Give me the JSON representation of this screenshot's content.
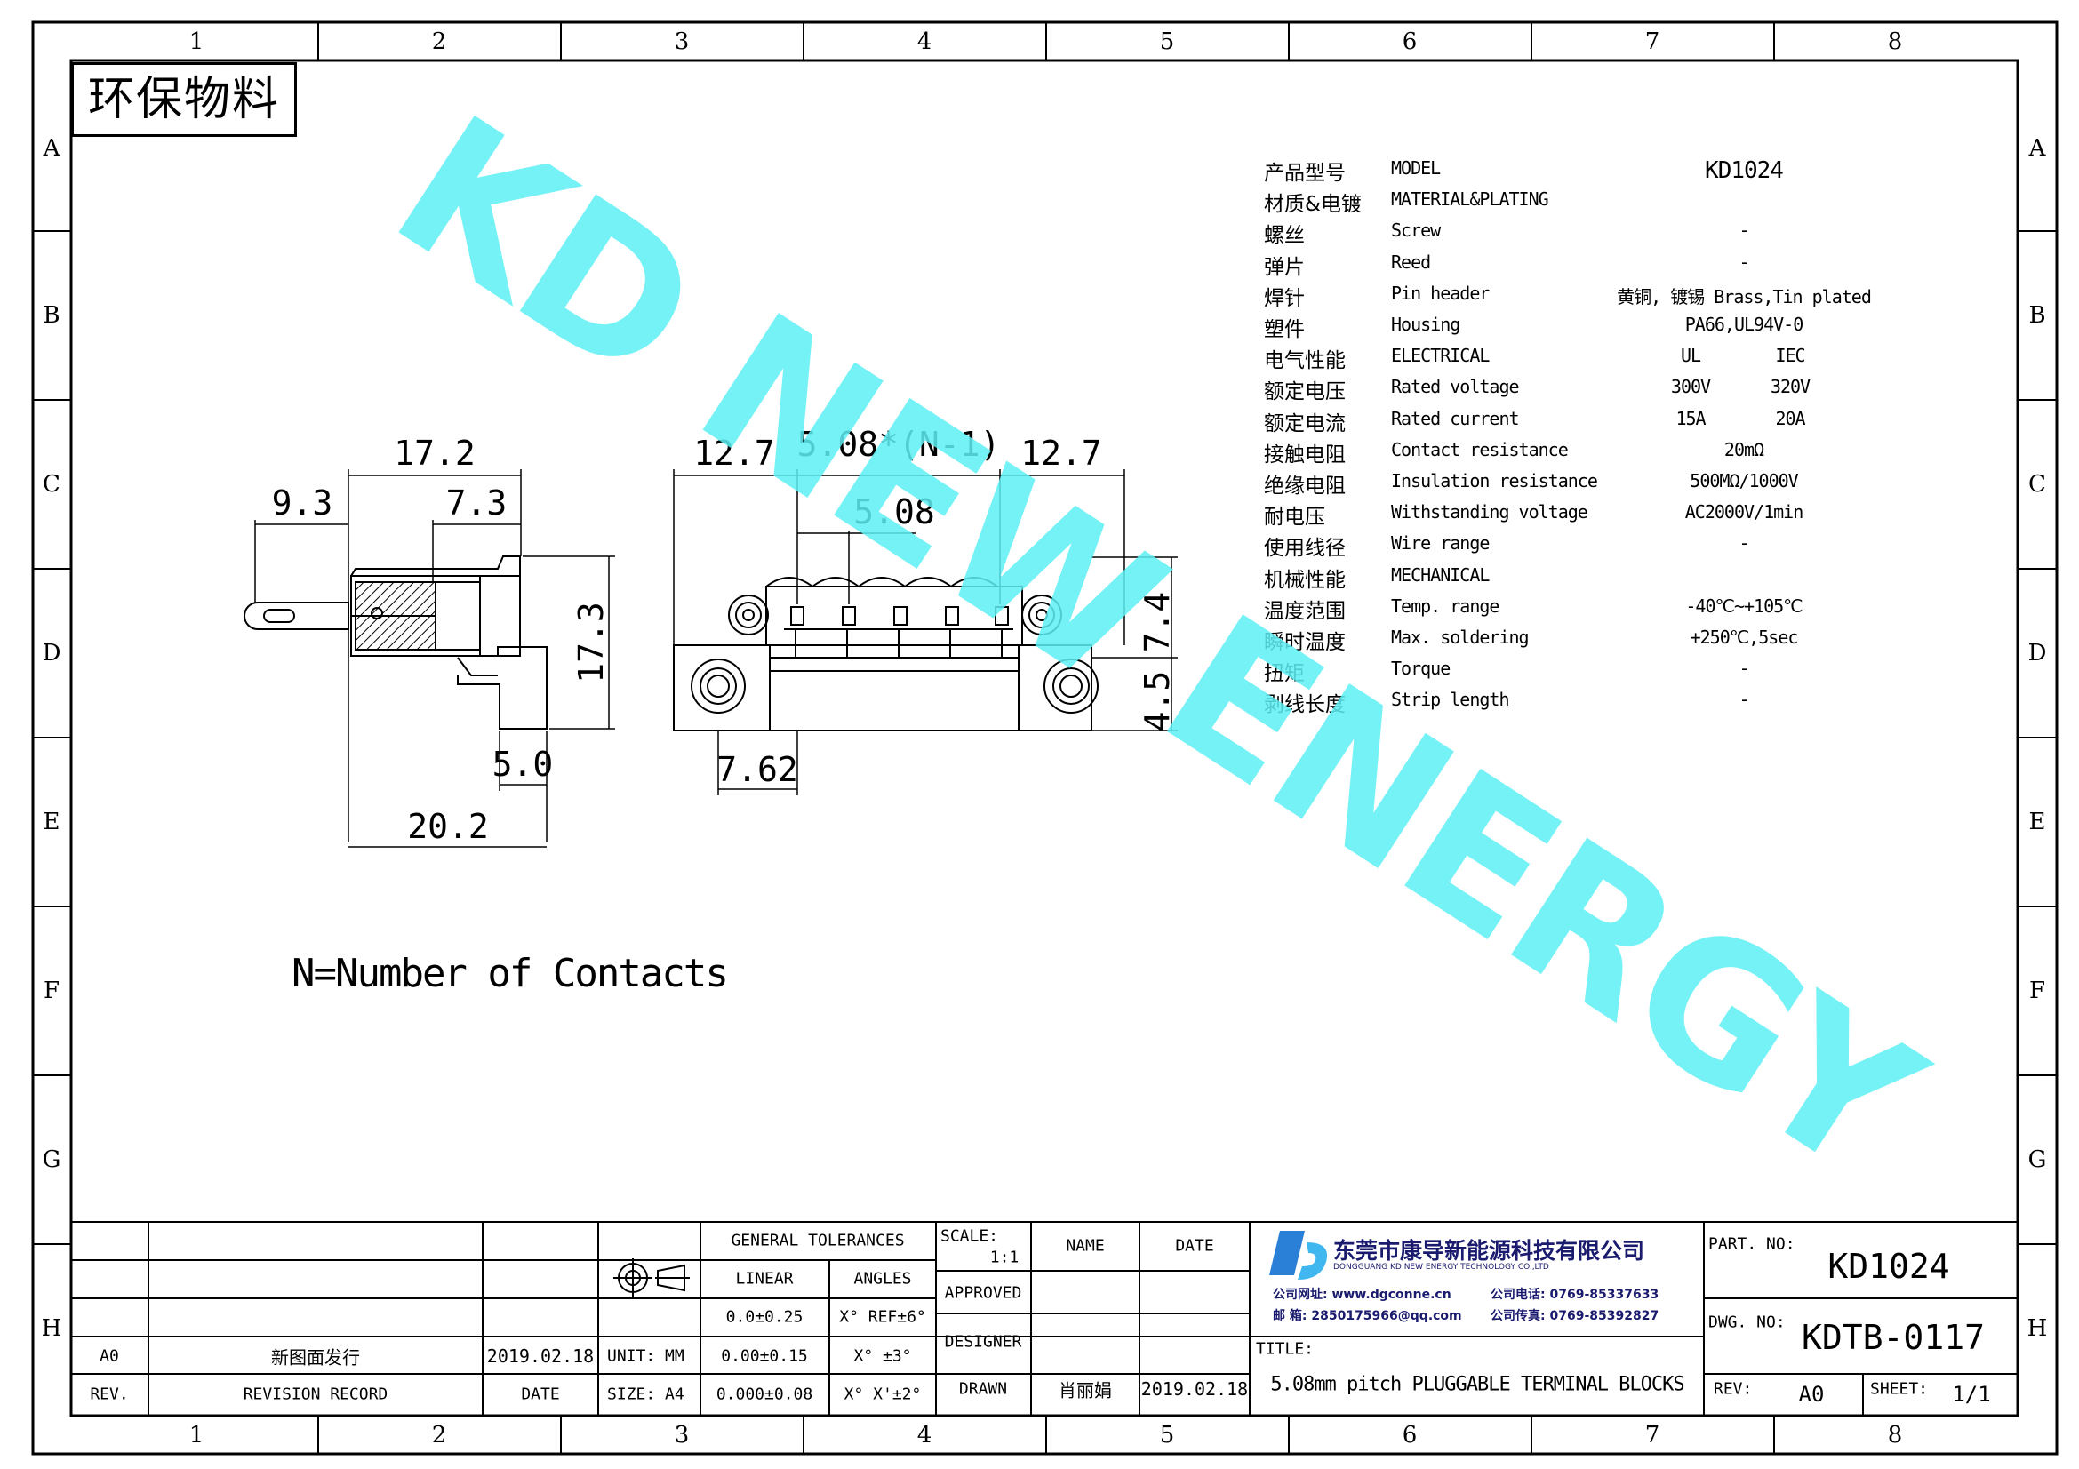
{
  "stamp": "环保物料",
  "watermark": "KD NEW ENERGY",
  "zones": {
    "columns": [
      "1",
      "2",
      "3",
      "4",
      "5",
      "6",
      "7",
      "8"
    ],
    "rows": [
      "A",
      "B",
      "C",
      "D",
      "E",
      "F",
      "G",
      "H"
    ]
  },
  "dimensions": {
    "side_17_2": "17.2",
    "side_9_3": "9.3",
    "side_7_3": "7.3",
    "side_17_3": "17.3",
    "side_5_0": "5.0",
    "side_20_2": "20.2",
    "front_12_7_left": "12.7",
    "front_pitch_total": "5.08*(N-1)",
    "front_12_7_right": "12.7",
    "front_5_08": "5.08",
    "front_7_4": "7.4",
    "front_4_5": "4.5",
    "front_7_62": "7.62"
  },
  "note": "N=Number of Contacts",
  "specs": [
    {
      "cn": "产品型号",
      "en": "MODEL",
      "v1": "KD1024",
      "v2": ""
    },
    {
      "cn": "材质&电镀",
      "en": "MATERIAL&PLATING",
      "v1": "",
      "v2": ""
    },
    {
      "cn": "螺丝",
      "en": "Screw",
      "v1": "-",
      "v2": ""
    },
    {
      "cn": "弹片",
      "en": "Reed",
      "v1": "-",
      "v2": ""
    },
    {
      "cn": "焊针",
      "en": "Pin header",
      "v1": "黄铜, 镀锡 Brass,Tin plated",
      "v2": ""
    },
    {
      "cn": "塑件",
      "en": "Housing",
      "v1": "PA66,UL94V-0",
      "v2": ""
    },
    {
      "cn": "电气性能",
      "en": "ELECTRICAL",
      "v1": "UL",
      "v2": "IEC"
    },
    {
      "cn": "额定电压",
      "en": "Rated voltage",
      "v1": "300V",
      "v2": "320V"
    },
    {
      "cn": "额定电流",
      "en": "Rated current",
      "v1": "15A",
      "v2": "20A"
    },
    {
      "cn": "接触电阻",
      "en": "Contact resistance",
      "v1": "20mΩ",
      "v2": ""
    },
    {
      "cn": "绝缘电阻",
      "en": "Insulation resistance",
      "v1": "500MΩ/1000V",
      "v2": ""
    },
    {
      "cn": "耐电压",
      "en": "Withstanding voltage",
      "v1": "AC2000V/1min",
      "v2": ""
    },
    {
      "cn": "使用线径",
      "en": "Wire range",
      "v1": "-",
      "v2": ""
    },
    {
      "cn": "机械性能",
      "en": "MECHANICAL",
      "v1": "",
      "v2": ""
    },
    {
      "cn": "温度范围",
      "en": "Temp. range",
      "v1": "-40℃~+105℃",
      "v2": ""
    },
    {
      "cn": "瞬时温度",
      "en": "Max. soldering",
      "v1": "+250℃,5sec",
      "v2": ""
    },
    {
      "cn": "扭矩",
      "en": "Torque",
      "v1": "-",
      "v2": ""
    },
    {
      "cn": "剥线长度",
      "en": "Strip length",
      "v1": "-",
      "v2": ""
    }
  ],
  "title_block": {
    "revision": {
      "rev": "A0",
      "record": "新图面发行",
      "date": "2019.02.18",
      "rev_header": "REV.",
      "record_header": "REVISION RECORD",
      "date_header": "DATE"
    },
    "unit": "UNIT: MM",
    "size": "SIZE: A4",
    "tolerances": {
      "header": "GENERAL TOLERANCES",
      "linear_header": "LINEAR",
      "angles_header": "ANGLES",
      "linear": [
        "0.0±0.25",
        "0.00±0.15",
        "0.000±0.08"
      ],
      "angles": [
        "X° REF±6°",
        "X° ±3°",
        "X° X'±2°"
      ]
    },
    "scale_label": "SCALE:",
    "scale": "1:1",
    "name_header": "NAME",
    "date_header": "DATE",
    "approved": "APPROVED",
    "designer": "DESIGNER",
    "drawn": "DRAWN",
    "drawn_name": "肖丽娟",
    "drawn_date": "2019.02.18",
    "company_cn": "东莞市康导新能源科技有限公司",
    "company_en": "DONGGUANG KD NEW ENERGY TECHNOLOGY CO.,LTD",
    "website_label": "公司网址:",
    "website": "www.dgconne.cn",
    "phone_label": "公司电话:",
    "phone": "0769-85337633",
    "email_label": "邮    箱:",
    "email": "2850175966@qq.com",
    "fax_label": "公司传真:",
    "fax": "0769-85392827",
    "title_label": "TITLE:",
    "title": "5.08mm pitch PLUGGABLE TERMINAL BLOCKS",
    "part_no_label": "PART. NO:",
    "part_no": "KD1024",
    "dwg_no_label": "DWG. NO:",
    "dwg_no": "KDTB-0117",
    "rev_label": "REV:",
    "rev_value": "A0",
    "sheet_label": "SHEET:",
    "sheet_value": "1/1"
  }
}
